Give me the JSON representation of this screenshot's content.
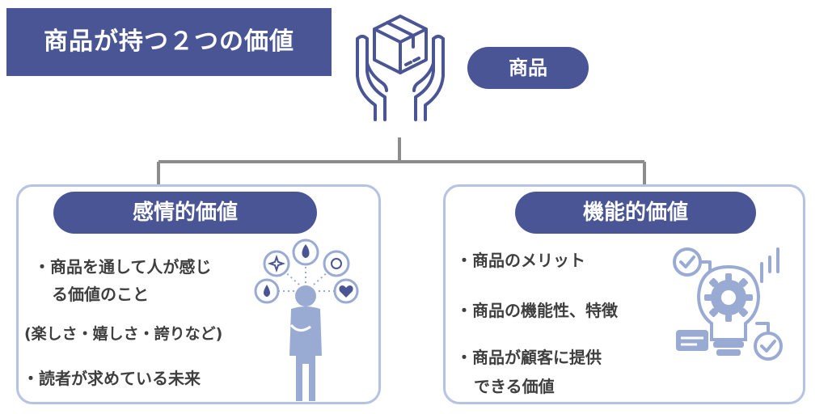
{
  "colors": {
    "navy": "#4a5596",
    "panel_border": "#b5c3e3",
    "icon_light": "#9aabd3",
    "connector": "#8c8c8c",
    "text": "#3f3f3f"
  },
  "title": "商品が持つ２つの価値",
  "product_label": "商品",
  "emotional": {
    "label": "感情的価値",
    "bullets": [
      "・商品を通して人が感じ",
      "る価値のこと",
      "(楽しさ・嬉しさ・誇りなど)",
      "・読者が求めている未来"
    ]
  },
  "functional": {
    "label": "機能的価値",
    "bullets": [
      "・商品のメリット",
      "・商品の機能性、特徴",
      "・商品が顧客に提供",
      "できる価値"
    ]
  },
  "icons": {
    "product": "hands-holding-box-icon",
    "emotional": "person-with-emotions-icon",
    "functional": "gear-lightbulb-icon"
  }
}
